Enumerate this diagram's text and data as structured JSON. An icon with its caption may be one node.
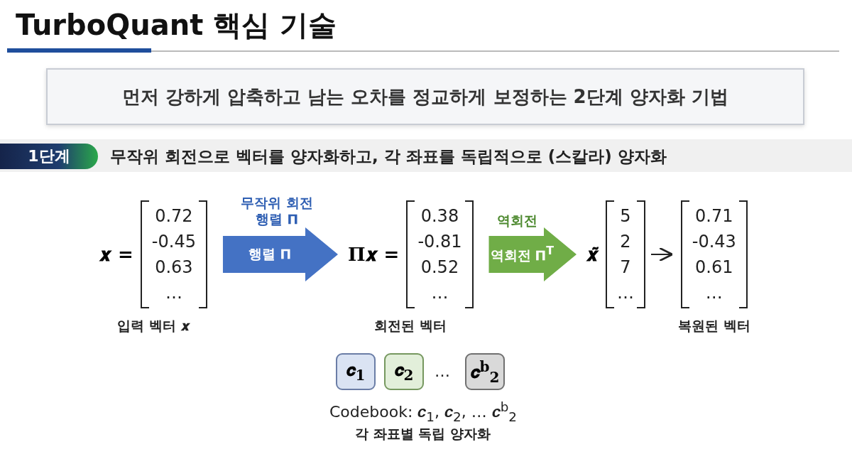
{
  "diagram": {
    "title": "TurboQuant 핵심 기술",
    "nodes": [
      {
        "text": [
          "먼저 강하게 압축하고 남는 오차를 정교하게 보정하는 **2단계** 양자화 기법"
        ]
      },
      {
        "text": [
          "1단계"
        ],
        "beside": [
          "**무작위 회전**으로 벡터를 양자화하고, 각 좌표를 독립적으로 (스칼라) 양자화"
        ]
      },
      {
        "text": [
          "0.72",
          "-0.45",
          "0.63",
          "…"
        ],
        "beside": [
          "𝒙 =",
          "입력 벡터 𝒙"
        ]
      },
      {
        "text": [
          "0.38",
          "-0.81",
          "0.52",
          "…"
        ],
        "beside": [
          "𝚷𝒙 =",
          "회전된 벡터"
        ]
      },
      {
        "text": [
          "5",
          "2",
          "7",
          "…"
        ],
        "beside": [
          "𝒙̃"
        ]
      },
      {
        "text": [
          "0.71",
          "-0.43",
          "0.61",
          "…"
        ],
        "beside": [
          "복원된 벡터"
        ]
      },
      {
        "text": [
          "𝒄$_{1}$"
        ]
      },
      {
        "text": [
          "𝒄$_{2}$"
        ]
      },
      {
        "text": [
          "𝒄$^{b}$$_{2}$"
        ]
      }
    ],
    "edges": [
      {
        "from": 2,
        "to": 3,
        "arrow": "to",
        "label": "행렬 𝚷",
        "style": "thick",
        "color": "#4472c4"
      },
      {
        "from": 3,
        "to": 4,
        "arrow": "to",
        "label": "역회전 𝚷$^{T}$",
        "style": "thick",
        "color": "#70ad47"
      },
      {
        "from": 4,
        "to": 5,
        "arrow": "to"
      }
    ],
    "labels": [
      "무작위 회전 행렬 𝚷",
      "역회전",
      "…",
      "Codebook: 𝒄$_{1}$, 𝒄$_{2}$, … 𝒄$^{b}$$_{2}$",
      "각 좌표별 독립 양자화"
    ]
  }
}
